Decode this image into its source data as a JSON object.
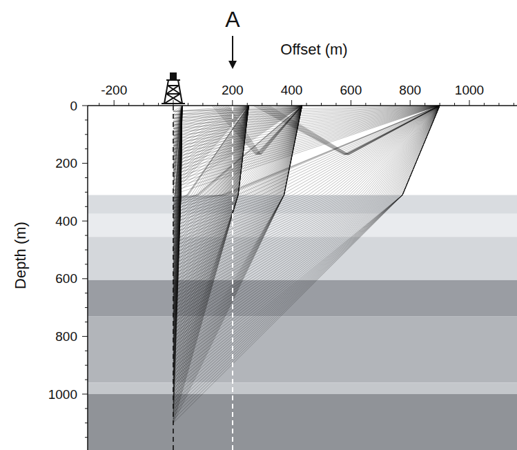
{
  "diagram": {
    "labels": [
      "A",
      "Offset (m)",
      "-200",
      "200",
      "400",
      "600",
      "800",
      "1000",
      "0",
      "200",
      "400",
      "600",
      "800",
      "1000",
      "Depth (m)"
    ]
  }
}
